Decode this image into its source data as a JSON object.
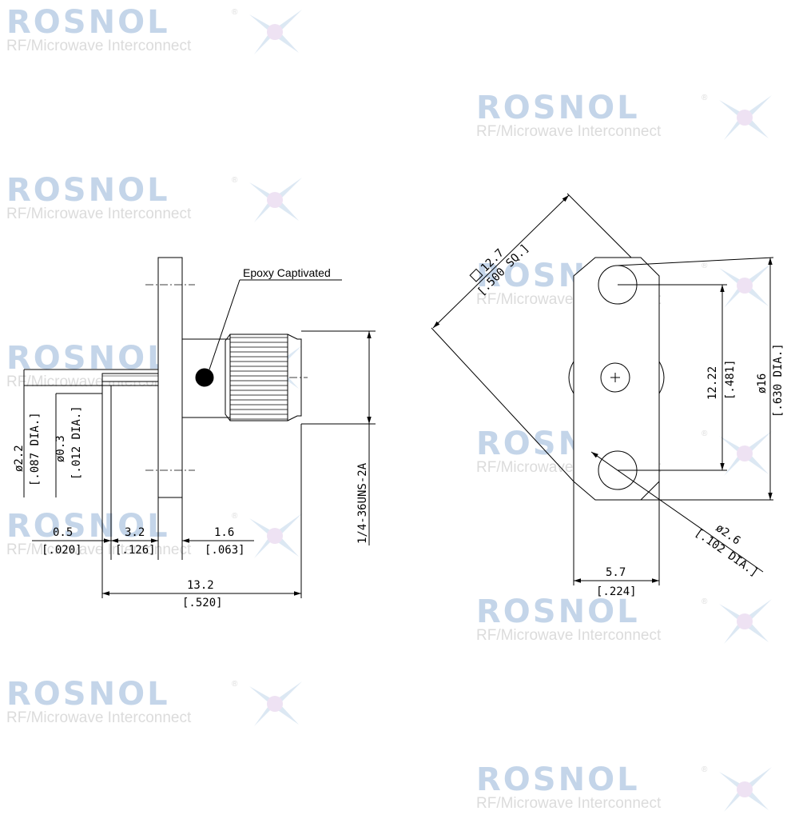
{
  "watermark": {
    "brand": "ROSNOL",
    "tagline": "RF/Microwave Interconnect",
    "reg_mark": "®",
    "brand_color": "#3f78b8",
    "tag_color": "#8b8b8b"
  },
  "side_view": {
    "callout": "Epoxy Captivated",
    "thread_spec": "1/4-36UNS-2A",
    "dia_outer": "ø2.2",
    "dia_outer_in": "[.087 DIA.]",
    "dia_pin": "ø0.3",
    "dia_pin_in": "[.012 DIA.]",
    "len_a": "0.5",
    "len_a_in": "[.020]",
    "len_b": "3.2",
    "len_b_in": "[.126]",
    "len_c": "1.6",
    "len_c_in": "[.063]",
    "len_total": "13.2",
    "len_total_in": "[.520]"
  },
  "front_view": {
    "square": "12.7",
    "square_in": "[.500 SQ.]",
    "hole_spacing": "12.22",
    "hole_spacing_in": "[.481]",
    "dia_body": "ø16",
    "dia_body_in": "[.630 DIA.]",
    "hole_dia": "ø2.6",
    "hole_dia_in": "[.102 DIA.]",
    "width": "5.7",
    "width_in": "[.224]"
  }
}
